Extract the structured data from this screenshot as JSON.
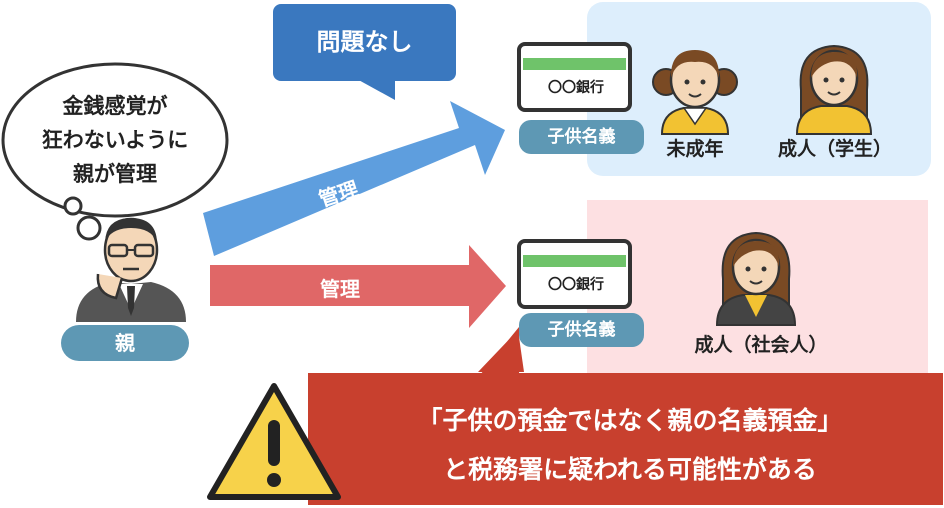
{
  "speech": {
    "line1": "金銭感覚が",
    "line2": "狂わないように",
    "line3": "親が管理"
  },
  "parent_label": "親",
  "callout_ok": "問題なし",
  "arrow_top_label": "管理",
  "arrow_bottom_label": "管理",
  "bank_label": "〇〇銀行",
  "account_top": "子供名義",
  "account_bottom": "子供名義",
  "person_minor": "未成年",
  "person_student": "成人（学生）",
  "person_worker": "成人（社会人）",
  "warning": {
    "line1": "「子供の預金ではなく親の名義預金」",
    "line2": "と税務署に疑われる可能性がある"
  },
  "colors": {
    "blue_arrow": "#5e9ede",
    "red_arrow": "#e06767",
    "warning_bg": "#c8402e",
    "callout": "#3a78bf"
  }
}
